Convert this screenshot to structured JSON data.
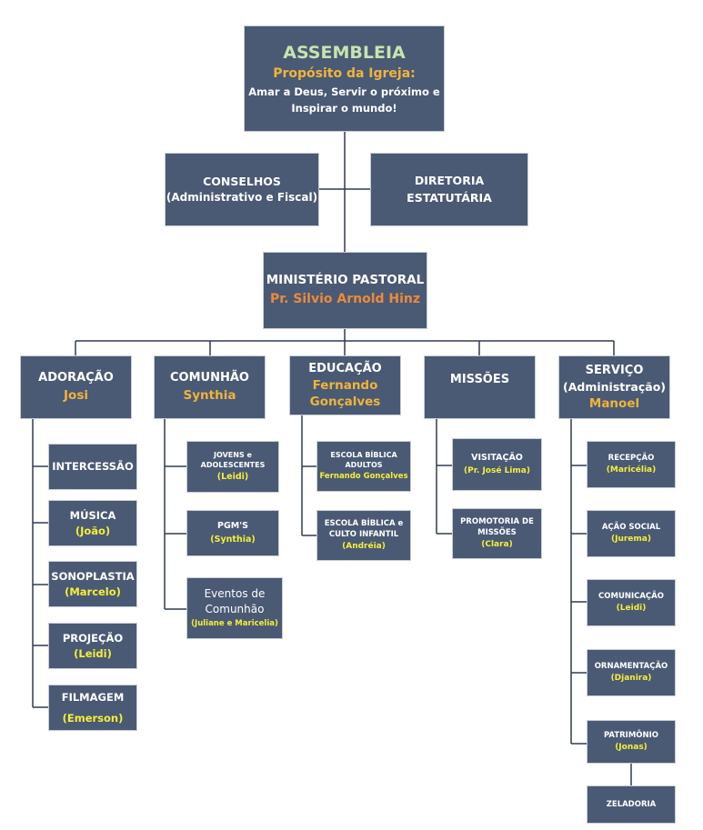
{
  "top": {
    "title": "ASSEMBLEIA",
    "subtitle": "Propósito da Igreja:",
    "line1": "Amar a Deus, Servir o próximo e",
    "line2": "Inspirar o mundo!"
  },
  "conselhos": {
    "line1": "CONSELHOS",
    "line2": "(Administrativo e Fiscal)"
  },
  "diretoria": {
    "line1": "DIRETORIA",
    "line2": "ESTATUTÁRIA"
  },
  "ministerio": {
    "line1": "MINISTÉRIO PASTORAL",
    "name": "Pr. Silvio Arnold Hinz"
  },
  "areas": {
    "adoracao": {
      "title": "ADORAÇÃO",
      "leader": "Josi",
      "items": [
        {
          "label": "INTERCESSÃO",
          "person": ""
        },
        {
          "label": "MÚSICA",
          "person": "(João)"
        },
        {
          "label": "SONOPLASTIA",
          "person": "(Marcelo)"
        },
        {
          "label": "PROJEÇÃO",
          "person": "(Leidi)"
        },
        {
          "label": "FILMAGEM",
          "person": "(Emerson)"
        }
      ]
    },
    "comunhao": {
      "title": "COMUNHÃO",
      "leader": "Synthia",
      "items": [
        {
          "label1": "JOVENS e",
          "label2": "ADOLESCENTES",
          "person": "(Leidi)"
        },
        {
          "label": "PGM'S",
          "person": "(Synthia)"
        },
        {
          "label1": "Eventos de",
          "label2": "Comunhão",
          "person": "(Juliane e Maricelia)"
        }
      ]
    },
    "educacao": {
      "title": "EDUCAÇÃO",
      "leader1": "Fernando",
      "leader2": "Gonçalves",
      "items": [
        {
          "label1": "ESCOLA BÍBLICA",
          "label2": "ADULTOS",
          "person": "Fernando Gonçalves"
        },
        {
          "label1": "ESCOLA BÍBLICA e",
          "label2": "CULTO INFANTIL",
          "person": "(Andréia)"
        }
      ]
    },
    "missoes": {
      "title": "MISSÕES",
      "items": [
        {
          "label": "VISITAÇÃO",
          "person": "(Pr. José Lima)"
        },
        {
          "label1": "PROMOTORIA DE",
          "label2": "MISSÕES",
          "person": "(Clara)"
        }
      ]
    },
    "servico": {
      "title": "SERVIÇO",
      "subtitle": "(Administração)",
      "leader": "Manoel",
      "items": [
        {
          "label": "RECEPÇÃO",
          "person": "(Maricélia)"
        },
        {
          "label": "AÇÃO SOCIAL",
          "person": "(Jurema)"
        },
        {
          "label": "COMUNICAÇÃO",
          "person": "(Leidi)"
        },
        {
          "label": "ORNAMENTAÇÃO",
          "person": "(Djanira)"
        },
        {
          "label": "PATRIMÔNIO",
          "person": "(Jonas)"
        }
      ],
      "zeladoria": "ZELADORIA"
    }
  },
  "colors": {
    "box": "#4a5a74",
    "line": "#2f3b52",
    "highlight": "#f6ee3a",
    "leader": "#f0b43a"
  }
}
